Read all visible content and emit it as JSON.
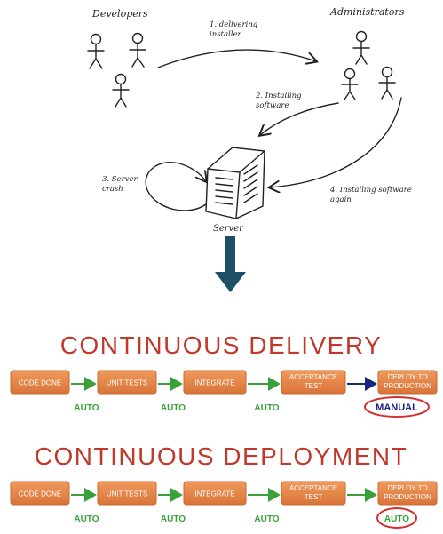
{
  "top_diagram": {
    "developers_label": "Developers",
    "administrators_label": "Administrators",
    "step1_lines": [
      "1. delivering",
      "installer"
    ],
    "step2_lines": [
      "2. Installing",
      "software"
    ],
    "step3_lines": [
      "3. Server",
      "crash"
    ],
    "step4_lines": [
      "4. Installing software",
      "again"
    ],
    "server_label": "Server"
  },
  "delivery": {
    "title": "CONTINUOUS DELIVERY",
    "stages": [
      "CODE DONE",
      "UNIT TESTS",
      "INTEGRATE",
      "ACCEPTANCE TEST",
      "DEPLOY TO PRODUCTION"
    ],
    "transitions": [
      "AUTO",
      "AUTO",
      "AUTO",
      "MANUAL"
    ]
  },
  "deployment": {
    "title": "CONTINUOUS DEPLOYMENT",
    "stages": [
      "CODE DONE",
      "UNIT TESTS",
      "INTEGRATE",
      "ACCEPTANCE TEST",
      "DEPLOY TO PRODUCTION"
    ],
    "transitions": [
      "AUTO",
      "AUTO",
      "AUTO",
      "AUTO"
    ]
  },
  "colors": {
    "box_fill": "#e8894a",
    "box_text": "#ffffff",
    "green": "#3aa13a",
    "title_red": "#c0392b",
    "circle_red": "#d32f2f",
    "manual_blue": "#1a237e",
    "arrow_teal": "#1f4f66"
  }
}
